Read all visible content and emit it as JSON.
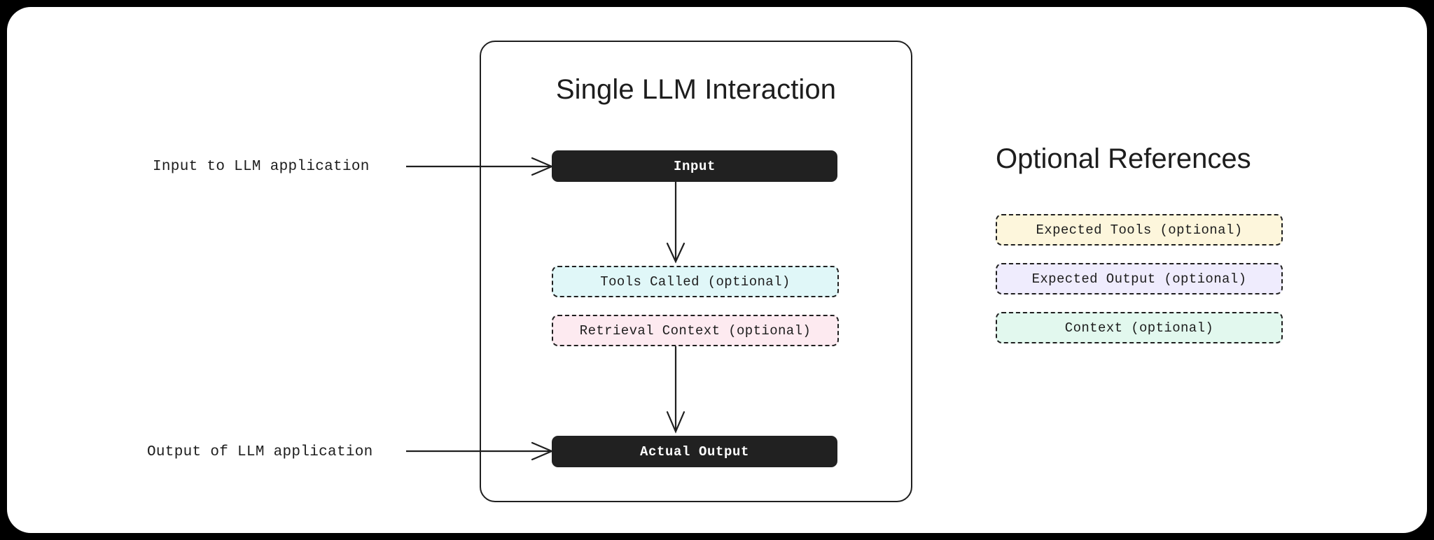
{
  "canvas": {
    "background_color": "#ffffff",
    "outer_background_color": "#000000"
  },
  "interaction": {
    "title": "Single LLM Interaction",
    "border_color": "#1f1f1f",
    "nodes": [
      {
        "id": "input",
        "label": "Input",
        "style": "solid-dark",
        "fill": "#212121",
        "text_color": "#ffffff"
      },
      {
        "id": "tools-called",
        "label": "Tools Called (optional)",
        "style": "dashed",
        "fill": "#e0f7f8",
        "text_color": "#1d1d1d"
      },
      {
        "id": "retrieval-context",
        "label": "Retrieval Context (optional)",
        "style": "dashed",
        "fill": "#fdeaf0",
        "text_color": "#1d1d1d"
      },
      {
        "id": "actual-output",
        "label": "Actual Output",
        "style": "solid-dark",
        "fill": "#212121",
        "text_color": "#ffffff"
      }
    ]
  },
  "annotations": {
    "input_label": "Input to LLM application",
    "output_label": "Output of LLM application"
  },
  "optional_references": {
    "title": "Optional References",
    "items": [
      {
        "id": "expected-tools",
        "label": "Expected Tools (optional)",
        "fill": "#fdf6dc"
      },
      {
        "id": "expected-output",
        "label": "Expected Output (optional)",
        "fill": "#efecfd"
      },
      {
        "id": "context",
        "label": "Context (optional)",
        "fill": "#e2f8ee"
      }
    ]
  },
  "arrows": [
    {
      "id": "input-to-tools",
      "direction": "down"
    },
    {
      "id": "context-to-output",
      "direction": "down"
    },
    {
      "id": "label-input-to-box",
      "direction": "right"
    },
    {
      "id": "label-output-to-box",
      "direction": "right"
    }
  ]
}
